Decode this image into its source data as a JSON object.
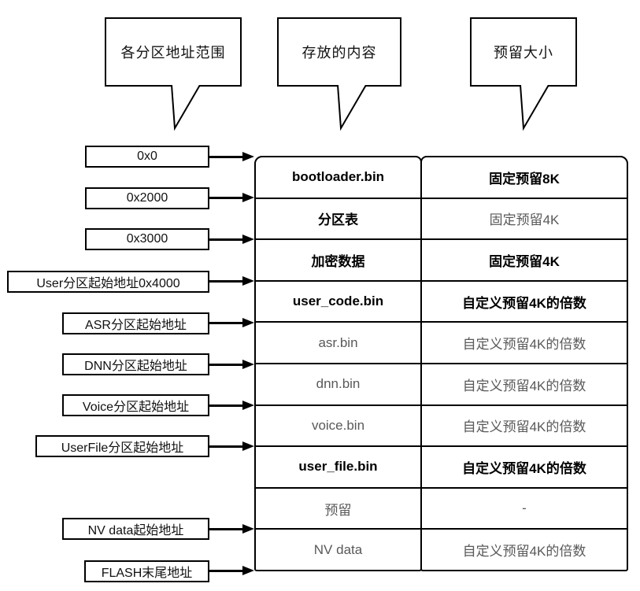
{
  "figure": {
    "callouts": [
      {
        "label": "各分区地址范围"
      },
      {
        "label": "存放的内容"
      },
      {
        "label": "预留大小"
      }
    ],
    "address_labels": [
      "0x0",
      "0x2000",
      "0x3000",
      "User分区起始地址0x4000",
      "ASR分区起始地址",
      "DNN分区起始地址",
      "Voice分区起始地址",
      "UserFile分区起始地址",
      "NV data起始地址",
      "FLASH末尾地址"
    ],
    "table": {
      "columns": [
        "存放的内容",
        "预留大小"
      ],
      "rows": [
        {
          "content": "bootloader.bin",
          "reserved": "固定预留8K",
          "content_style": "strong",
          "reserved_style": "strong"
        },
        {
          "content": "分区表",
          "reserved": "固定预留4K",
          "content_style": "strong",
          "reserved_style": "muted"
        },
        {
          "content": "加密数据",
          "reserved": "固定预留4K",
          "content_style": "strong",
          "reserved_style": "strong"
        },
        {
          "content": "user_code.bin",
          "reserved": "自定义预留4K的倍数",
          "content_style": "strong",
          "reserved_style": "strong"
        },
        {
          "content": "asr.bin",
          "reserved": "自定义预留4K的倍数",
          "content_style": "muted",
          "reserved_style": "muted"
        },
        {
          "content": "dnn.bin",
          "reserved": "自定义预留4K的倍数",
          "content_style": "muted",
          "reserved_style": "muted"
        },
        {
          "content": "voice.bin",
          "reserved": "自定义预留4K的倍数",
          "content_style": "muted",
          "reserved_style": "muted"
        },
        {
          "content": "user_file.bin",
          "reserved": "自定义预留4K的倍数",
          "content_style": "strong",
          "reserved_style": "strong"
        },
        {
          "content": "预留",
          "reserved": "-",
          "content_style": "muted",
          "reserved_style": "muted"
        },
        {
          "content": "NV data",
          "reserved": "自定义预留4K的倍数",
          "content_style": "muted",
          "reserved_style": "muted"
        }
      ]
    },
    "colors": {
      "line": "#000000",
      "text_strong": "#111111",
      "text_muted": "#595959",
      "background": "#ffffff"
    }
  }
}
